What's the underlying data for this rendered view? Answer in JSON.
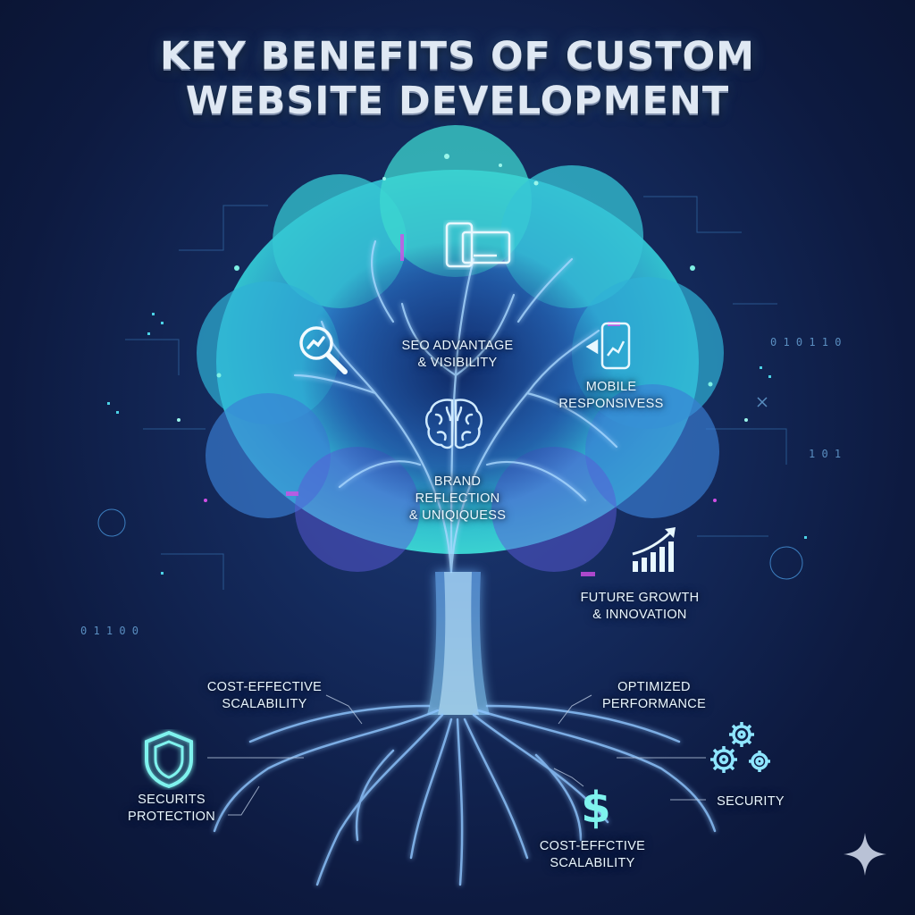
{
  "title": {
    "line1": "KEY BENEFITS OF CUSTOM",
    "line2": "WEBSITE DEVELOPMENT"
  },
  "labels": {
    "seo": [
      "SEO ADVANTAGE",
      "& VISIBILITY"
    ],
    "mobile": [
      "MOBILE",
      "RESPONSIVESS"
    ],
    "brand": [
      "BRAND",
      "REFLECTION",
      "& UNIQIQUESS"
    ],
    "growth": [
      "FUTURE GROWTH",
      "& INNOVATION"
    ],
    "cost_left": [
      "COST-EFFECTIVE",
      "SCALABILITY"
    ],
    "performance": [
      "OPTIMIZED",
      "PERFORMANCE"
    ],
    "security_left": [
      "SECURITS",
      "PROTECTION"
    ],
    "security_right": [
      "SECURITY"
    ],
    "cost_bottom": [
      "COST-EFFCTIVE",
      "SCALABILITY"
    ]
  },
  "binary": {
    "right": "0 1 0 1 1 0",
    "left": "0 1 1 0 0",
    "right2": "1 0 1"
  },
  "icons": {
    "devices": "devices-icon",
    "mobile_chart": "mobile-chart-icon",
    "magnifier": "magnifier-icon",
    "brain": "brain-icon",
    "growth": "growth-chart-icon",
    "shield": "shield-icon",
    "gears": "gears-icon",
    "dollar": "dollar-sign-icon",
    "sparkle": "sparkle-icon"
  },
  "colors": {
    "background": "#0d1a40",
    "foliage_cyan": "#2fd9d6",
    "foliage_blue": "#3f8fe0",
    "accent_magenta": "#d24fe6",
    "trunk_glow": "#8fd8ff"
  }
}
